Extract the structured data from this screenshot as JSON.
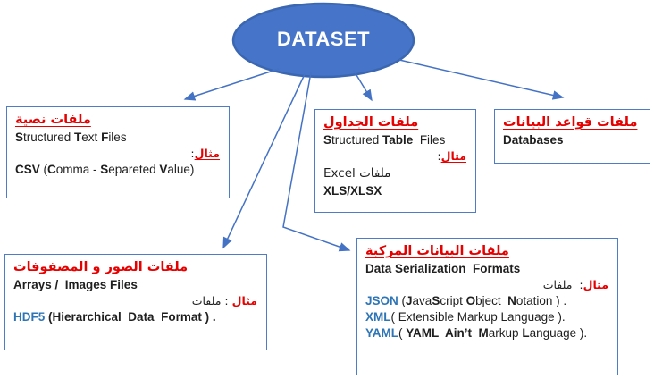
{
  "node": {
    "label": "DATASET"
  },
  "colors": {
    "red": "#e60000",
    "keyword_blue": "#2e75b6",
    "shape_blue": "#4472c4",
    "ellipse_fill": "#4574c8"
  },
  "boxes": {
    "text_files": {
      "title": "ملفات نصية",
      "subtitle": {
        "s1": "S",
        "s2": "tructured ",
        "s3": "T",
        "s4": "ext ",
        "s5": "F",
        "s6": "iles"
      },
      "example_label": "مثال",
      "example_colon": ":",
      "detail": {
        "s1": "CSV ",
        "s2": "(",
        "s3": "C",
        "s4": "omma - ",
        "s5": "S",
        "s6": "epareted ",
        "s7": "V",
        "s8": "alue)"
      }
    },
    "table_files": {
      "title": "ملفات الجداول",
      "subtitle": {
        "s1": "S",
        "s2": "tructured ",
        "s3": "Table",
        "s4": "  Files"
      },
      "example_label": "مثال",
      "example_colon": ":",
      "excel_ar": "ملفات",
      "excel_en": " Excel",
      "formats": "XLS/XLSX"
    },
    "databases": {
      "title": "ملفات قواعد البيانات",
      "subtitle": "Databases"
    },
    "arrays_images": {
      "title": "ملفات الصور و المصفوفات",
      "subtitle": "Arrays /  Images Files",
      "example_label": "مثال",
      "example_colon": " : ",
      "example_word": "ملفات",
      "detail": {
        "kw": "HDF5 ",
        "rest": "(Hierarchical  Data  Format ) ."
      }
    },
    "serialization": {
      "title": "ملفات البيانات المركبة",
      "subtitle": "Data Serialization  Formats",
      "example_label": "مثال",
      "example_colon": ":  ",
      "example_word": "ملفات",
      "json": {
        "kw": "JSON ",
        "s1": "(",
        "s2": "J",
        "s3": "ava",
        "s4": "S",
        "s5": "cript ",
        "s6": "O",
        "s7": "bject  ",
        "s8": "N",
        "s9": "otation ) ."
      },
      "xml": {
        "kw": "XML",
        "s1": "( Extensible Markup Language )."
      },
      "yaml": {
        "kw": "YAML",
        "s1": "( ",
        "s2": "YAML  Ain’t  ",
        "s3": "M",
        "s4": "arkup ",
        "s5": "L",
        "s6": "anguage )."
      }
    }
  }
}
